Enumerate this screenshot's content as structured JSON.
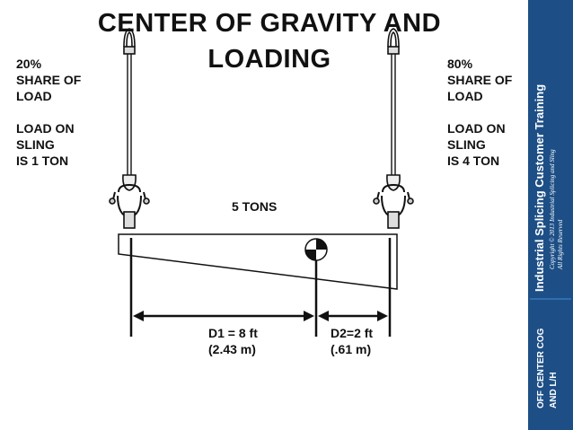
{
  "slide": {
    "title": "CENTER OF GRAVITY AND LOADING",
    "left_note": {
      "share_line1": "20%",
      "share_line2": "SHARE OF",
      "share_line3": "LOAD",
      "load_line1": "LOAD ON",
      "load_line2": "SLING",
      "load_line3": "IS 1 TON"
    },
    "right_note": {
      "share_line1": "80%",
      "share_line2": "SHARE OF",
      "share_line3": "LOAD",
      "load_line1": "LOAD ON",
      "load_line2": "SLING",
      "load_line3": "IS 4 TON"
    },
    "load_label": "5 TONS",
    "dimension_1": {
      "line1": "D1 = 8 ft",
      "line2": "(2.43 m)"
    },
    "dimension_2": {
      "line1": "D2=2 ft",
      "line2": "(.61 m)"
    }
  },
  "sidebar": {
    "brand": "Industrial Splicing Customer Training",
    "copyright_line1": "Copyright © 2013 Industrial Splicing and Sling",
    "copyright_line2": "All Rights Reserved",
    "section_line1": "OFF CENTER COG",
    "section_line2": "AND L/H"
  },
  "colors": {
    "sidebar_background": "#1d4f86",
    "ink": "#111111"
  },
  "icons": {
    "cog_marker": "center-of-gravity-symbol",
    "sling": "sling-with-shackle-icon"
  }
}
